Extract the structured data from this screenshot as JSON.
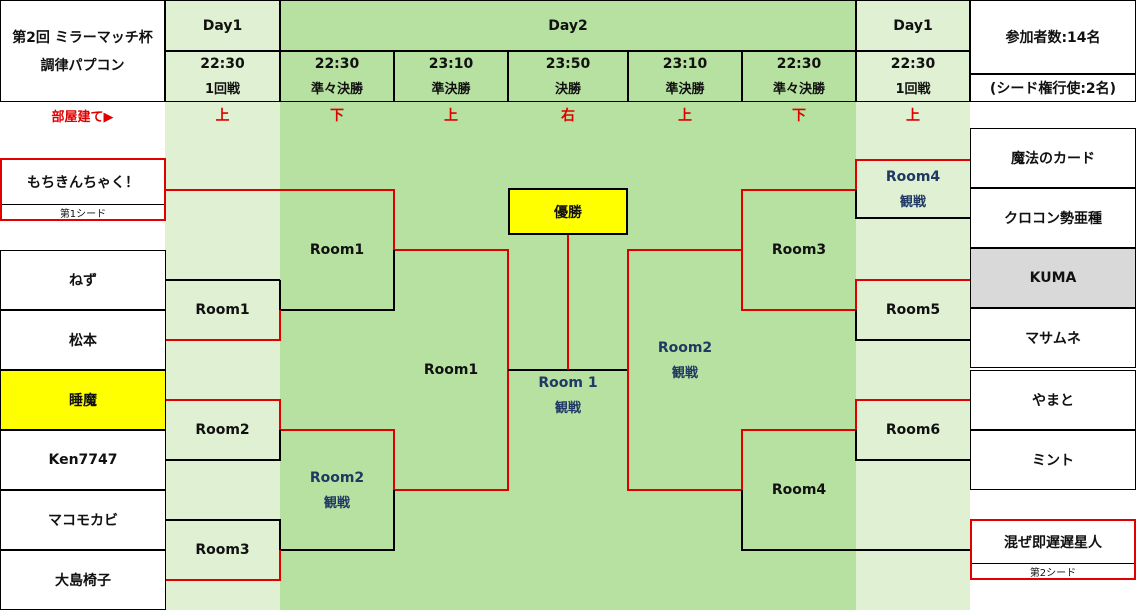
{
  "title": {
    "line1": "第2回 ミラーマッチ杯",
    "line2": "調律パプコン"
  },
  "participants": {
    "count": "参加者数:14名",
    "seeds": "(シード権行使:2名)"
  },
  "header_days": {
    "left": "Day1",
    "center": "Day2",
    "right": "Day1"
  },
  "columns": [
    {
      "time": "22:30",
      "round": "1回戦",
      "dir": "上"
    },
    {
      "time": "22:30",
      "round": "準々決勝",
      "dir": "下"
    },
    {
      "time": "23:10",
      "round": "準決勝",
      "dir": "上"
    },
    {
      "time": "23:50",
      "round": "決勝",
      "dir": "右"
    },
    {
      "time": "23:10",
      "round": "準決勝",
      "dir": "上"
    },
    {
      "time": "22:30",
      "round": "準々決勝",
      "dir": "下"
    },
    {
      "time": "22:30",
      "round": "1回戦",
      "dir": "上"
    }
  ],
  "room_host_label": "部屋建て▶",
  "seed_left": {
    "name": "もちきんちゃく！",
    "label": "第1シード"
  },
  "seed_right": {
    "name": "混ぜ即遅遅星人",
    "label": "第2シード"
  },
  "left_players": [
    "ねず",
    "松本",
    "睡魔",
    "Ken7747",
    "マコモカビ",
    "大島椅子"
  ],
  "right_players": [
    "魔法のカード",
    "クロコン勢亜種",
    "KUMA",
    "マサムネ",
    "やまと",
    "ミント"
  ],
  "rooms": {
    "l_r1_a": "Room1",
    "l_r1_b": "Room2",
    "l_r1_c": "Room3",
    "l_qf_a": "Room1",
    "l_qf_b": "Room2",
    "l_qf_b_sub": "観戦",
    "l_sf": "Room1",
    "final_top": "Room 1",
    "final_sub": "観戦",
    "r_sf": "Room2",
    "r_sf_sub": "観戦",
    "r_qf_a": "Room3",
    "r_qf_b": "Room4",
    "r_r1_a": "Room4",
    "r_r1_a_sub": "観戦",
    "r_r1_b": "Room5",
    "r_r1_c": "Room6"
  },
  "champion": "優勝",
  "colors": {
    "bracket_line": "#e00000",
    "highlight": "#ffff00",
    "kuma_gray": "#d9d9d9"
  }
}
